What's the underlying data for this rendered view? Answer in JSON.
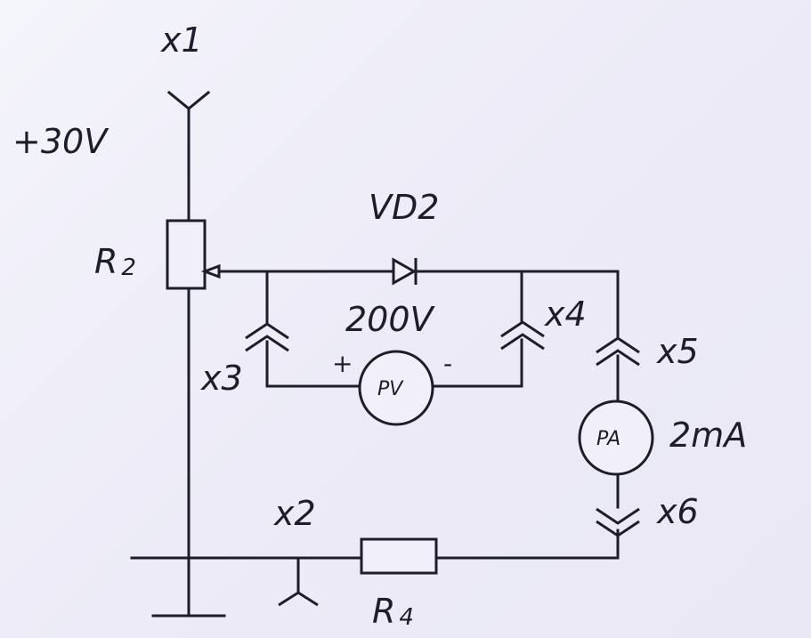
{
  "labels": {
    "x1": "x1",
    "x2": "x2",
    "x3": "x3",
    "x4": "x4",
    "x5": "x5",
    "x6": "x6",
    "supply": "+30V",
    "r2_main": "R",
    "r2_sub": "2",
    "r4_main": "R",
    "r4_sub": "4",
    "vd2": "VD2",
    "voltmeter_range": "200V",
    "ammeter_range": "2mA",
    "pv": "PV",
    "pa": "PA",
    "plus": "+",
    "minus": "-"
  },
  "colors": {
    "ink": "#1d1d2b",
    "paper": "#f1f0fa"
  }
}
